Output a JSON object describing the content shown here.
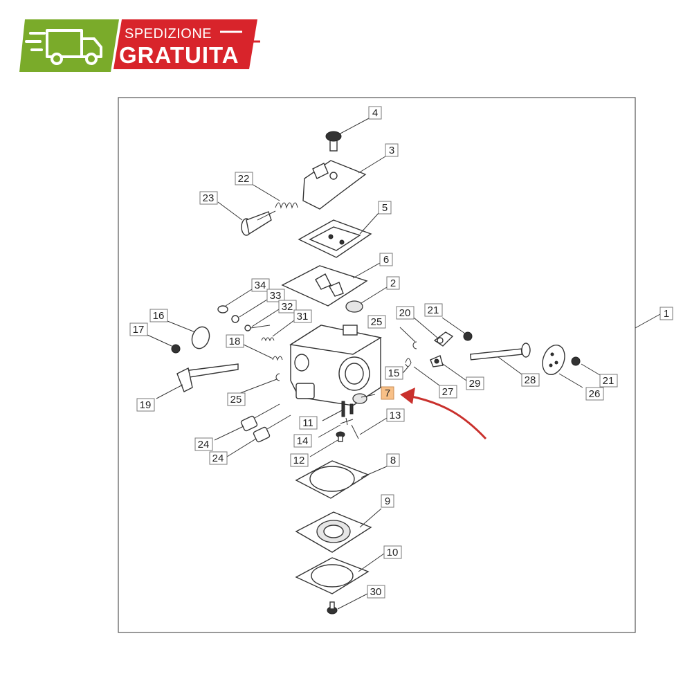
{
  "badge": {
    "line1": "SPEDIZIONE",
    "line2": "GRATUITA",
    "icon": "delivery-truck-icon",
    "colors": {
      "green": "#7aab2a",
      "red": "#d8242b"
    }
  },
  "diagram": {
    "highlight_color": "#f8c087",
    "arrow_color": "#c9302c",
    "highlighted_part": "7",
    "labels": {
      "l1": "1",
      "l2": "2",
      "l3": "3",
      "l4": "4",
      "l5": "5",
      "l6": "6",
      "l7": "7",
      "l8": "8",
      "l9": "9",
      "l10": "10",
      "l11": "11",
      "l12": "12",
      "l13": "13",
      "l14": "14",
      "l15": "15",
      "l16": "16",
      "l17": "17",
      "l18": "18",
      "l19": "19",
      "l20": "20",
      "l21a": "21",
      "l21b": "21",
      "l22": "22",
      "l23": "23",
      "l24a": "24",
      "l24b": "24",
      "l25a": "25",
      "l25b": "25",
      "l26": "26",
      "l27": "27",
      "l28": "28",
      "l29": "29",
      "l30": "30",
      "l31": "31",
      "l32": "32",
      "l33": "33",
      "l34": "34"
    }
  }
}
